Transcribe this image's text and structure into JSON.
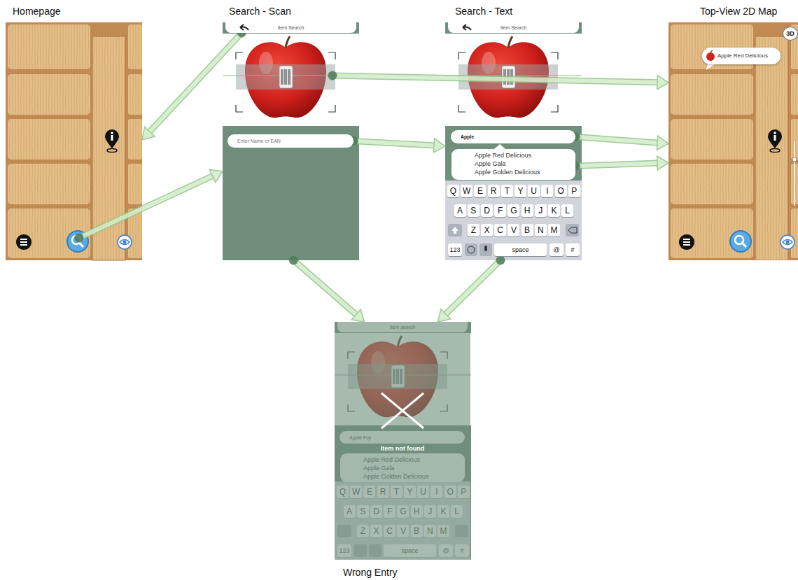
{
  "diagram": {
    "nodes": [
      {
        "text": [
          "Homepage"
        ]
      },
      {
        "text": [
          "Search - Scan"
        ]
      },
      {
        "text": [
          "Item Search"
        ],
        "in": 1
      },
      {
        "text": [
          "Enter Name or EAN"
        ],
        "in": 1
      },
      {
        "text": [
          "Search - Text"
        ]
      },
      {
        "text": [
          "Item Search"
        ],
        "in": 4
      },
      {
        "text": [
          "Apple"
        ],
        "in": 4
      },
      {
        "text": [
          "Apple Red Delicious",
          "Apple Gala",
          "Apple Golden Delicious"
        ],
        "in": 4
      },
      {
        "text": [
          "Top-View 2D Map"
        ]
      },
      {
        "text": [
          "Apple Red Delicious"
        ],
        "in": 8
      },
      {
        "text": [
          "3D"
        ],
        "in": 8
      },
      {
        "text": [
          "Wrong Entry"
        ]
      },
      {
        "text": [
          "Item search"
        ],
        "in": 11
      },
      {
        "text": [
          "Apple Fuji"
        ],
        "in": 11
      },
      {
        "text": [
          "Apple Red Delicious",
          "Apple Gala",
          "Apple Golden Delicious"
        ],
        "in": 11
      }
    ],
    "edges": [
      {
        "from": 2,
        "to": 0,
        "arrow": "to"
      },
      {
        "from": 0,
        "to": 1,
        "arrow": "to"
      },
      {
        "from": 1,
        "to": 8,
        "arrow": "to"
      },
      {
        "from": 3,
        "to": 4,
        "arrow": "to"
      },
      {
        "from": 6,
        "to": 8,
        "arrow": "to"
      },
      {
        "from": 7,
        "to": 8,
        "arrow": "to"
      },
      {
        "from": 1,
        "to": 11,
        "arrow": "to"
      },
      {
        "from": 4,
        "to": 11,
        "arrow": "to"
      }
    ],
    "labels": [
      "Item not found",
      "Q",
      "W",
      "E",
      "R",
      "T",
      "Y",
      "U",
      "I",
      "O",
      "P",
      "A",
      "S",
      "D",
      "F",
      "G",
      "H",
      "J",
      "K",
      "L",
      "Z",
      "X",
      "C",
      "V",
      "B",
      "N",
      "M",
      "123",
      "space",
      "@",
      "#",
      "Q",
      "W",
      "E",
      "R",
      "T",
      "Y",
      "U",
      "I",
      "O",
      "P",
      "A",
      "S",
      "D",
      "F",
      "G",
      "H",
      "J",
      "K",
      "L",
      "Z",
      "X",
      "C",
      "V",
      "B",
      "N",
      "M",
      "123",
      "space",
      "@",
      "#"
    ]
  }
}
